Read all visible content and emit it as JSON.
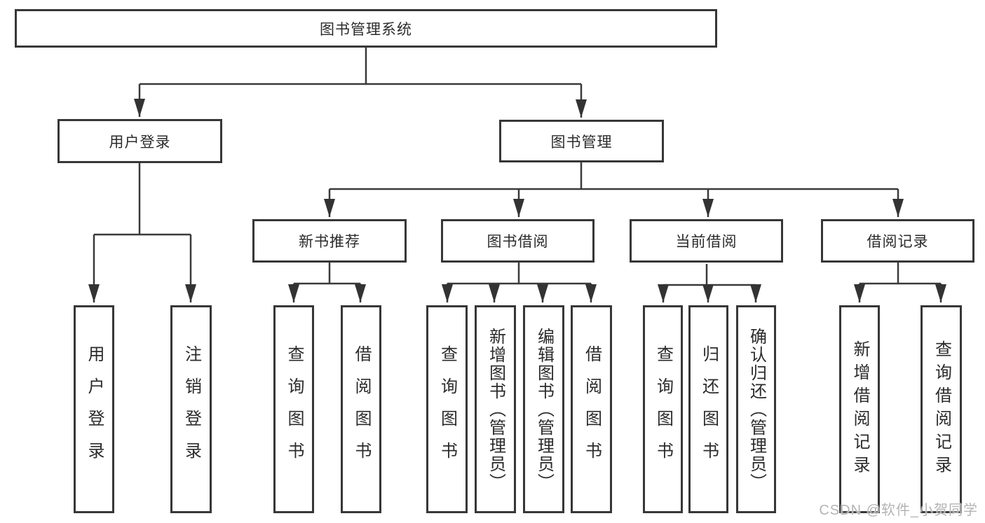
{
  "tree": {
    "root": {
      "label": "图书管理系统"
    },
    "branches": [
      {
        "label": "用户登录",
        "children": [
          {
            "label": "用户登录"
          },
          {
            "label": "注销登录"
          }
        ]
      },
      {
        "label": "图书管理",
        "children": [
          {
            "label": "新书推荐",
            "children": [
              {
                "label": "查询图书"
              },
              {
                "label": "借阅图书"
              }
            ]
          },
          {
            "label": "图书借阅",
            "children": [
              {
                "label": "查询图书"
              },
              {
                "label": "新增图书（管理员）"
              },
              {
                "label": "编辑图书（管理员）"
              },
              {
                "label": "借阅图书"
              }
            ]
          },
          {
            "label": "当前借阅",
            "children": [
              {
                "label": "查询图书"
              },
              {
                "label": "归还图书"
              },
              {
                "label": "确认归还（管理员）"
              }
            ]
          },
          {
            "label": "借阅记录",
            "children": [
              {
                "label": "新增借阅记录"
              },
              {
                "label": "查询借阅记录"
              }
            ]
          }
        ]
      }
    ]
  },
  "watermark": {
    "text": "CSDN @软件_小贺同学"
  },
  "colors": {
    "line": "#3a3a3a",
    "box_border": "#373737",
    "text": "#2b2b2b",
    "watermark": "#b4b4b4",
    "background": "#ffffff"
  }
}
